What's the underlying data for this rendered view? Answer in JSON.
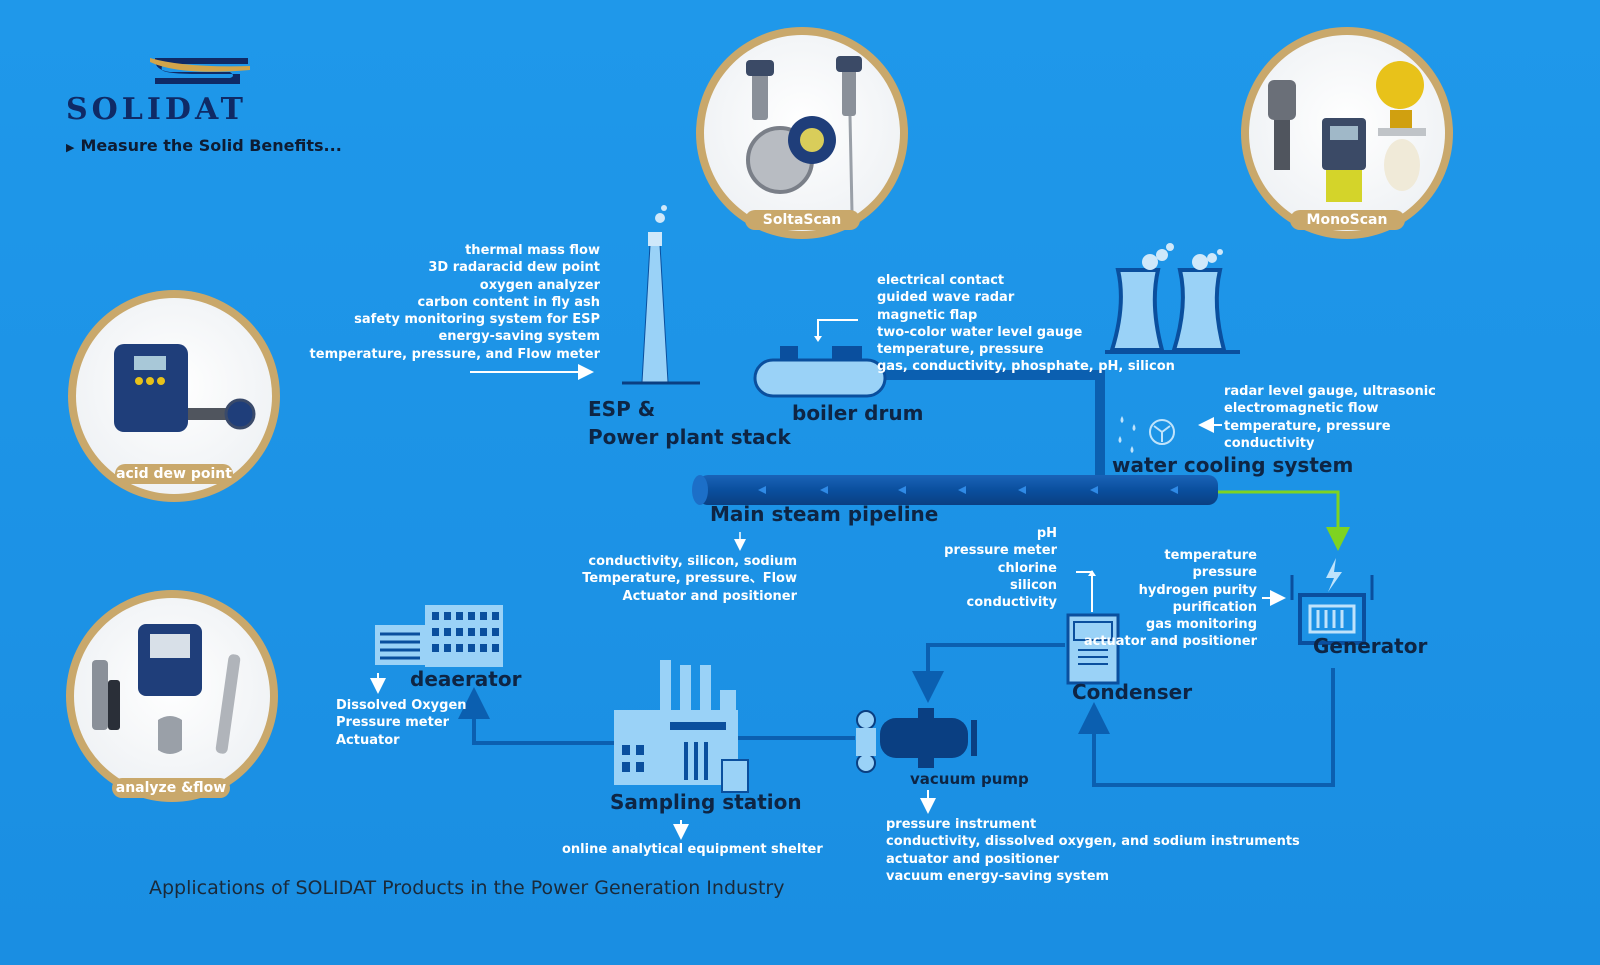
{
  "brand": {
    "name": "SOLIDAT",
    "tagline": "Measure the Solid Benefits..."
  },
  "products": [
    {
      "name": "SoltaScan"
    },
    {
      "name": "MonoScan"
    },
    {
      "name": "acid dew point"
    },
    {
      "name": "analyze &flow"
    }
  ],
  "nodes": {
    "esp": {
      "line1": "ESP &",
      "line2": "Power plant stack"
    },
    "boiler": "boiler drum",
    "cooling": "water cooling system",
    "pipeline": "Main steam pipeline",
    "generator": "Generator",
    "condenser": "Condenser",
    "vacuum": "vacuum pump",
    "sampling": "Sampling station",
    "deaerator": "deaerator"
  },
  "lists": {
    "esp": [
      "thermal mass flow",
      "3D radaracid dew point",
      "oxygen analyzer",
      "carbon content in fly ash",
      "safety monitoring system for ESP",
      "energy-saving system",
      "temperature, pressure, and Flow meter"
    ],
    "boiler": [
      "electrical contact",
      "guided wave radar",
      "magnetic flap",
      "two-color water level gauge",
      "temperature, pressure",
      "gas, conductivity, phosphate, pH, silicon"
    ],
    "cooling": [
      "radar level gauge, ultrasonic",
      "electromagnetic flow",
      "temperature,  pressure",
      "conductivity"
    ],
    "pipeline": [
      "conductivity, silicon, sodium",
      "Temperature, pressure、Flow",
      "Actuator and positioner"
    ],
    "condenser": [
      "pH",
      "pressure meter",
      "chlorine",
      "silicon",
      "conductivity"
    ],
    "generator": [
      "temperature",
      "pressure",
      "hydrogen purity",
      "purification",
      "gas monitoring",
      "actuator and positioner"
    ],
    "deaerator": [
      "Dissolved Oxygen",
      "Pressure meter",
      "Actuator"
    ],
    "sampling": [
      "online analytical equipment shelter"
    ],
    "vacuum": [
      "pressure instrument",
      "conductivity, dissolved oxygen, and sodium instruments",
      "actuator and positioner",
      "vacuum energy-saving system"
    ]
  },
  "footer": "Applications of SOLIDAT Products in the Power Generation Industry",
  "colors": {
    "background": "#1e95e6",
    "flow_line": "#0b5fb0",
    "pipe": "#0a4f9e",
    "gold_ring": "#c9a86b",
    "accent_green": "#7ed321"
  }
}
